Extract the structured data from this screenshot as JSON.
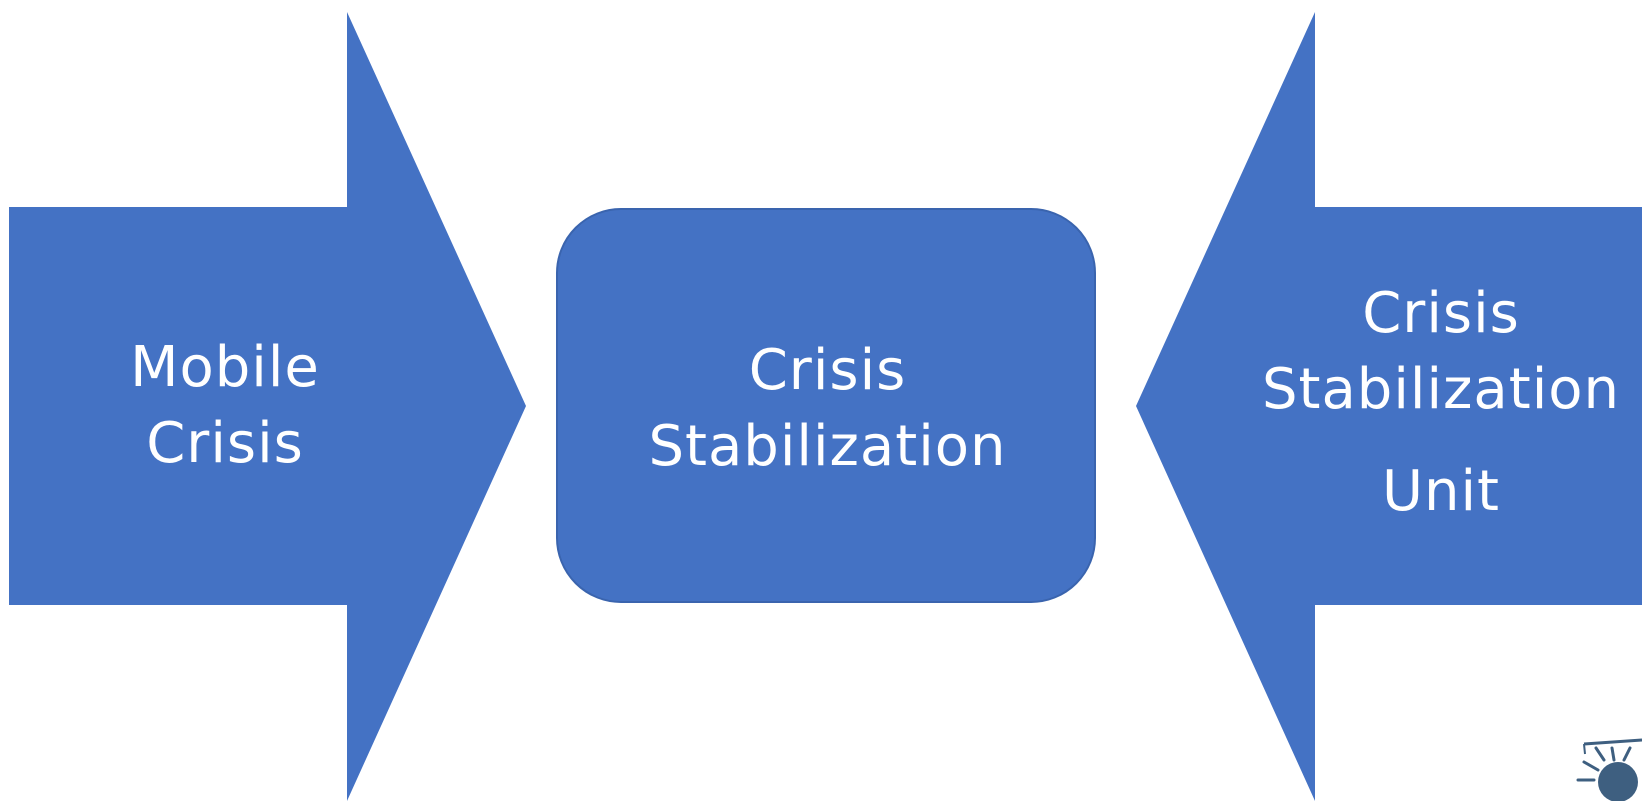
{
  "diagram": {
    "colors": {
      "shape_fill": "#4472C4",
      "shape_stroke": "#3A64AE",
      "label_text": "#FFFFFF",
      "background": "#FFFFFF",
      "logo": "#3E5F80"
    },
    "left_arrow": {
      "direction": "right",
      "lines": [
        "Mobile",
        "Crisis"
      ]
    },
    "center_box": {
      "shape": "rounded-rectangle",
      "lines": [
        "Crisis",
        "Stabilization"
      ]
    },
    "right_arrow": {
      "direction": "left",
      "lines": [
        "Crisis",
        "Stabilization",
        "Unit"
      ]
    },
    "corner_logo": {
      "icon": "sun-logo-icon"
    }
  }
}
